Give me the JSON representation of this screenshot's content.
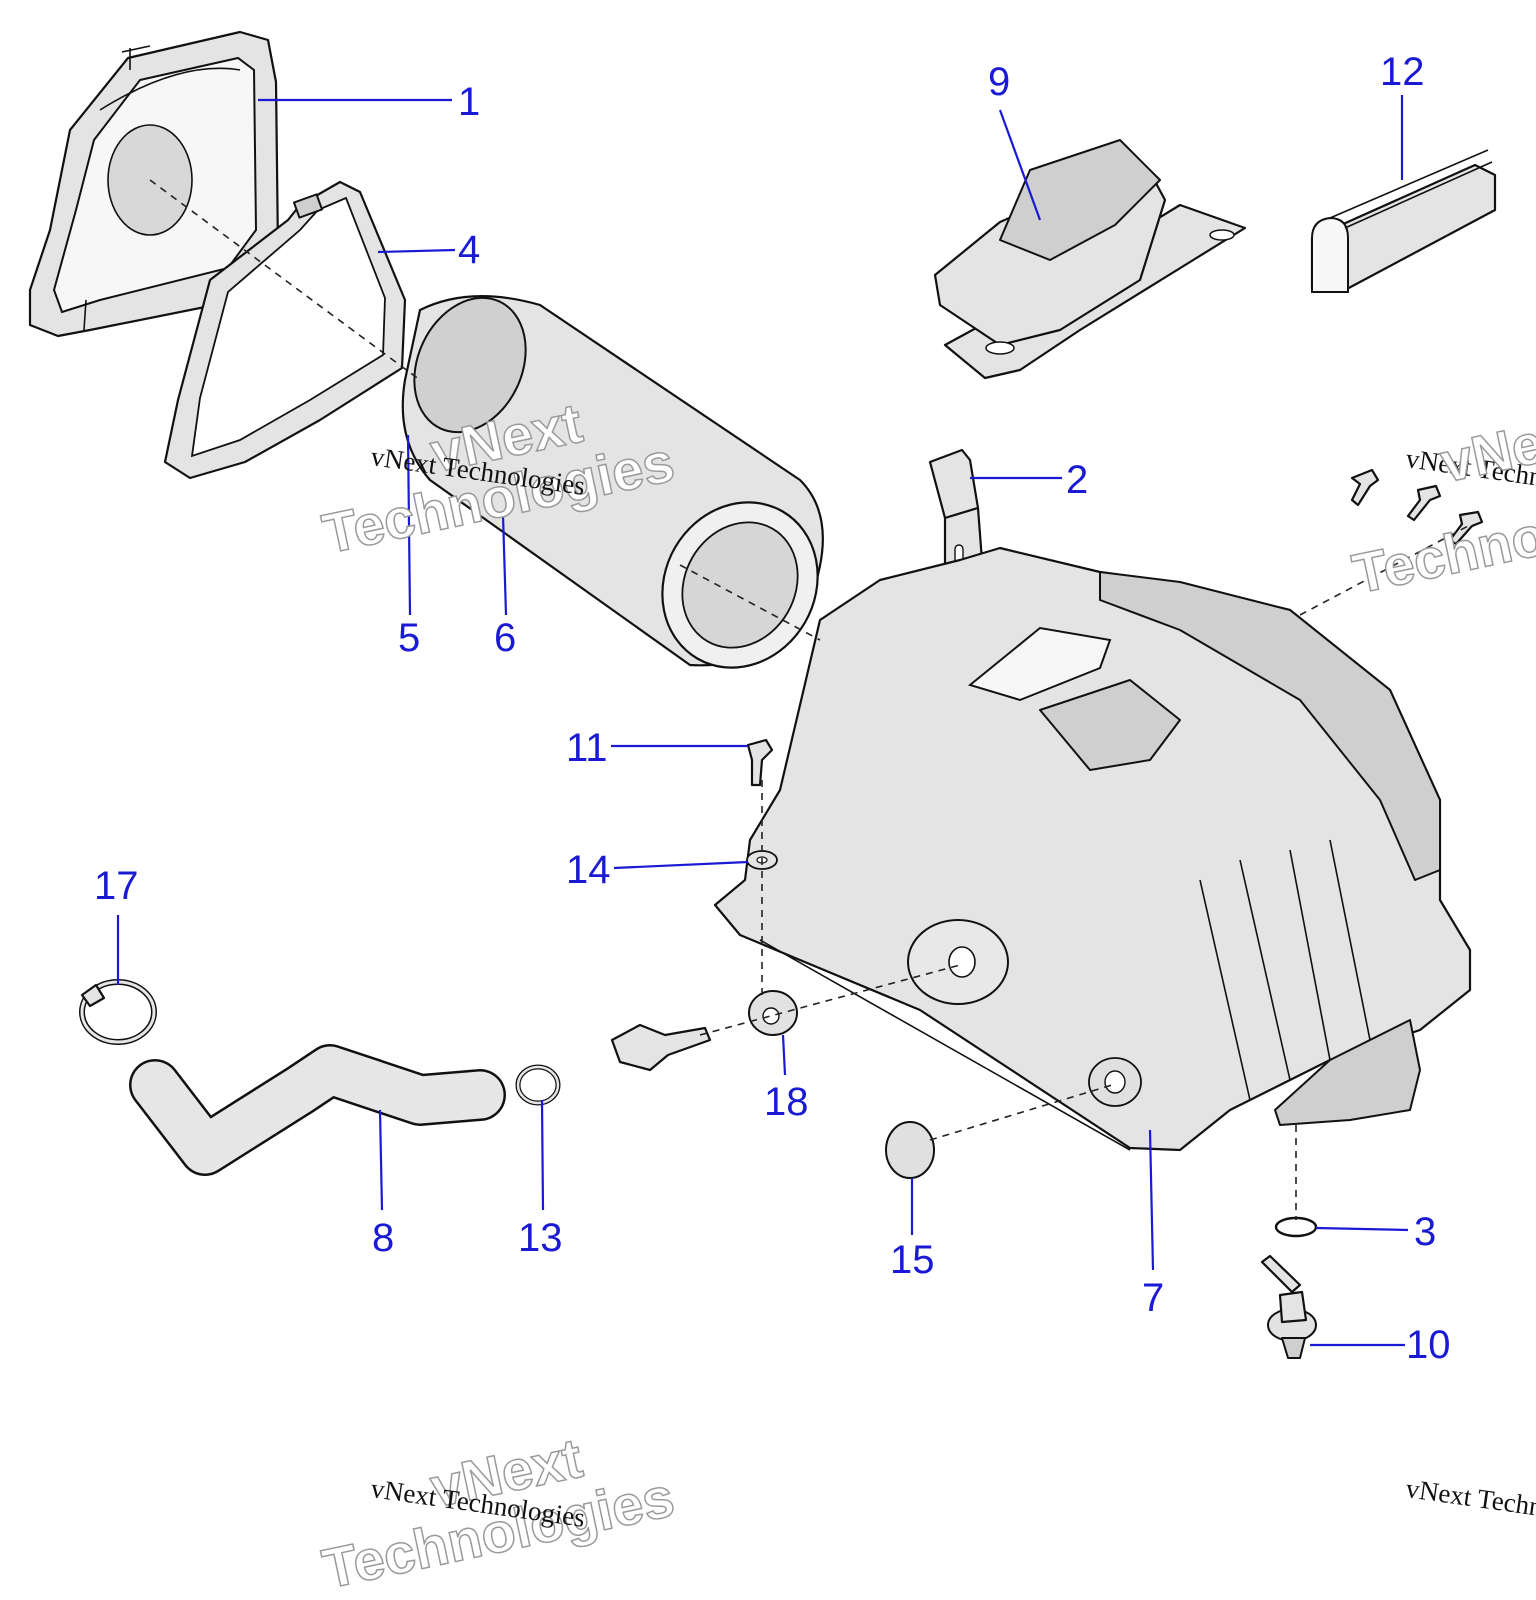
{
  "callouts": {
    "c1": "1",
    "c2": "2",
    "c3": "3",
    "c4": "4",
    "c5": "5",
    "c6": "6",
    "c7": "7",
    "c8": "8",
    "c9": "9",
    "c10": "10",
    "c11": "11",
    "c12": "12",
    "c13": "13",
    "c14": "14",
    "c15": "15",
    "c17": "17",
    "c18": "18"
  },
  "watermark": {
    "brand_line1": "vNext",
    "brand_line2": "Technologies",
    "small_line": "vNext Technologies"
  },
  "colors": {
    "callout": "#1a1ad4",
    "part_fill": "#e2e2e2",
    "part_shade": "#bdbdbd",
    "outline": "#111111"
  }
}
